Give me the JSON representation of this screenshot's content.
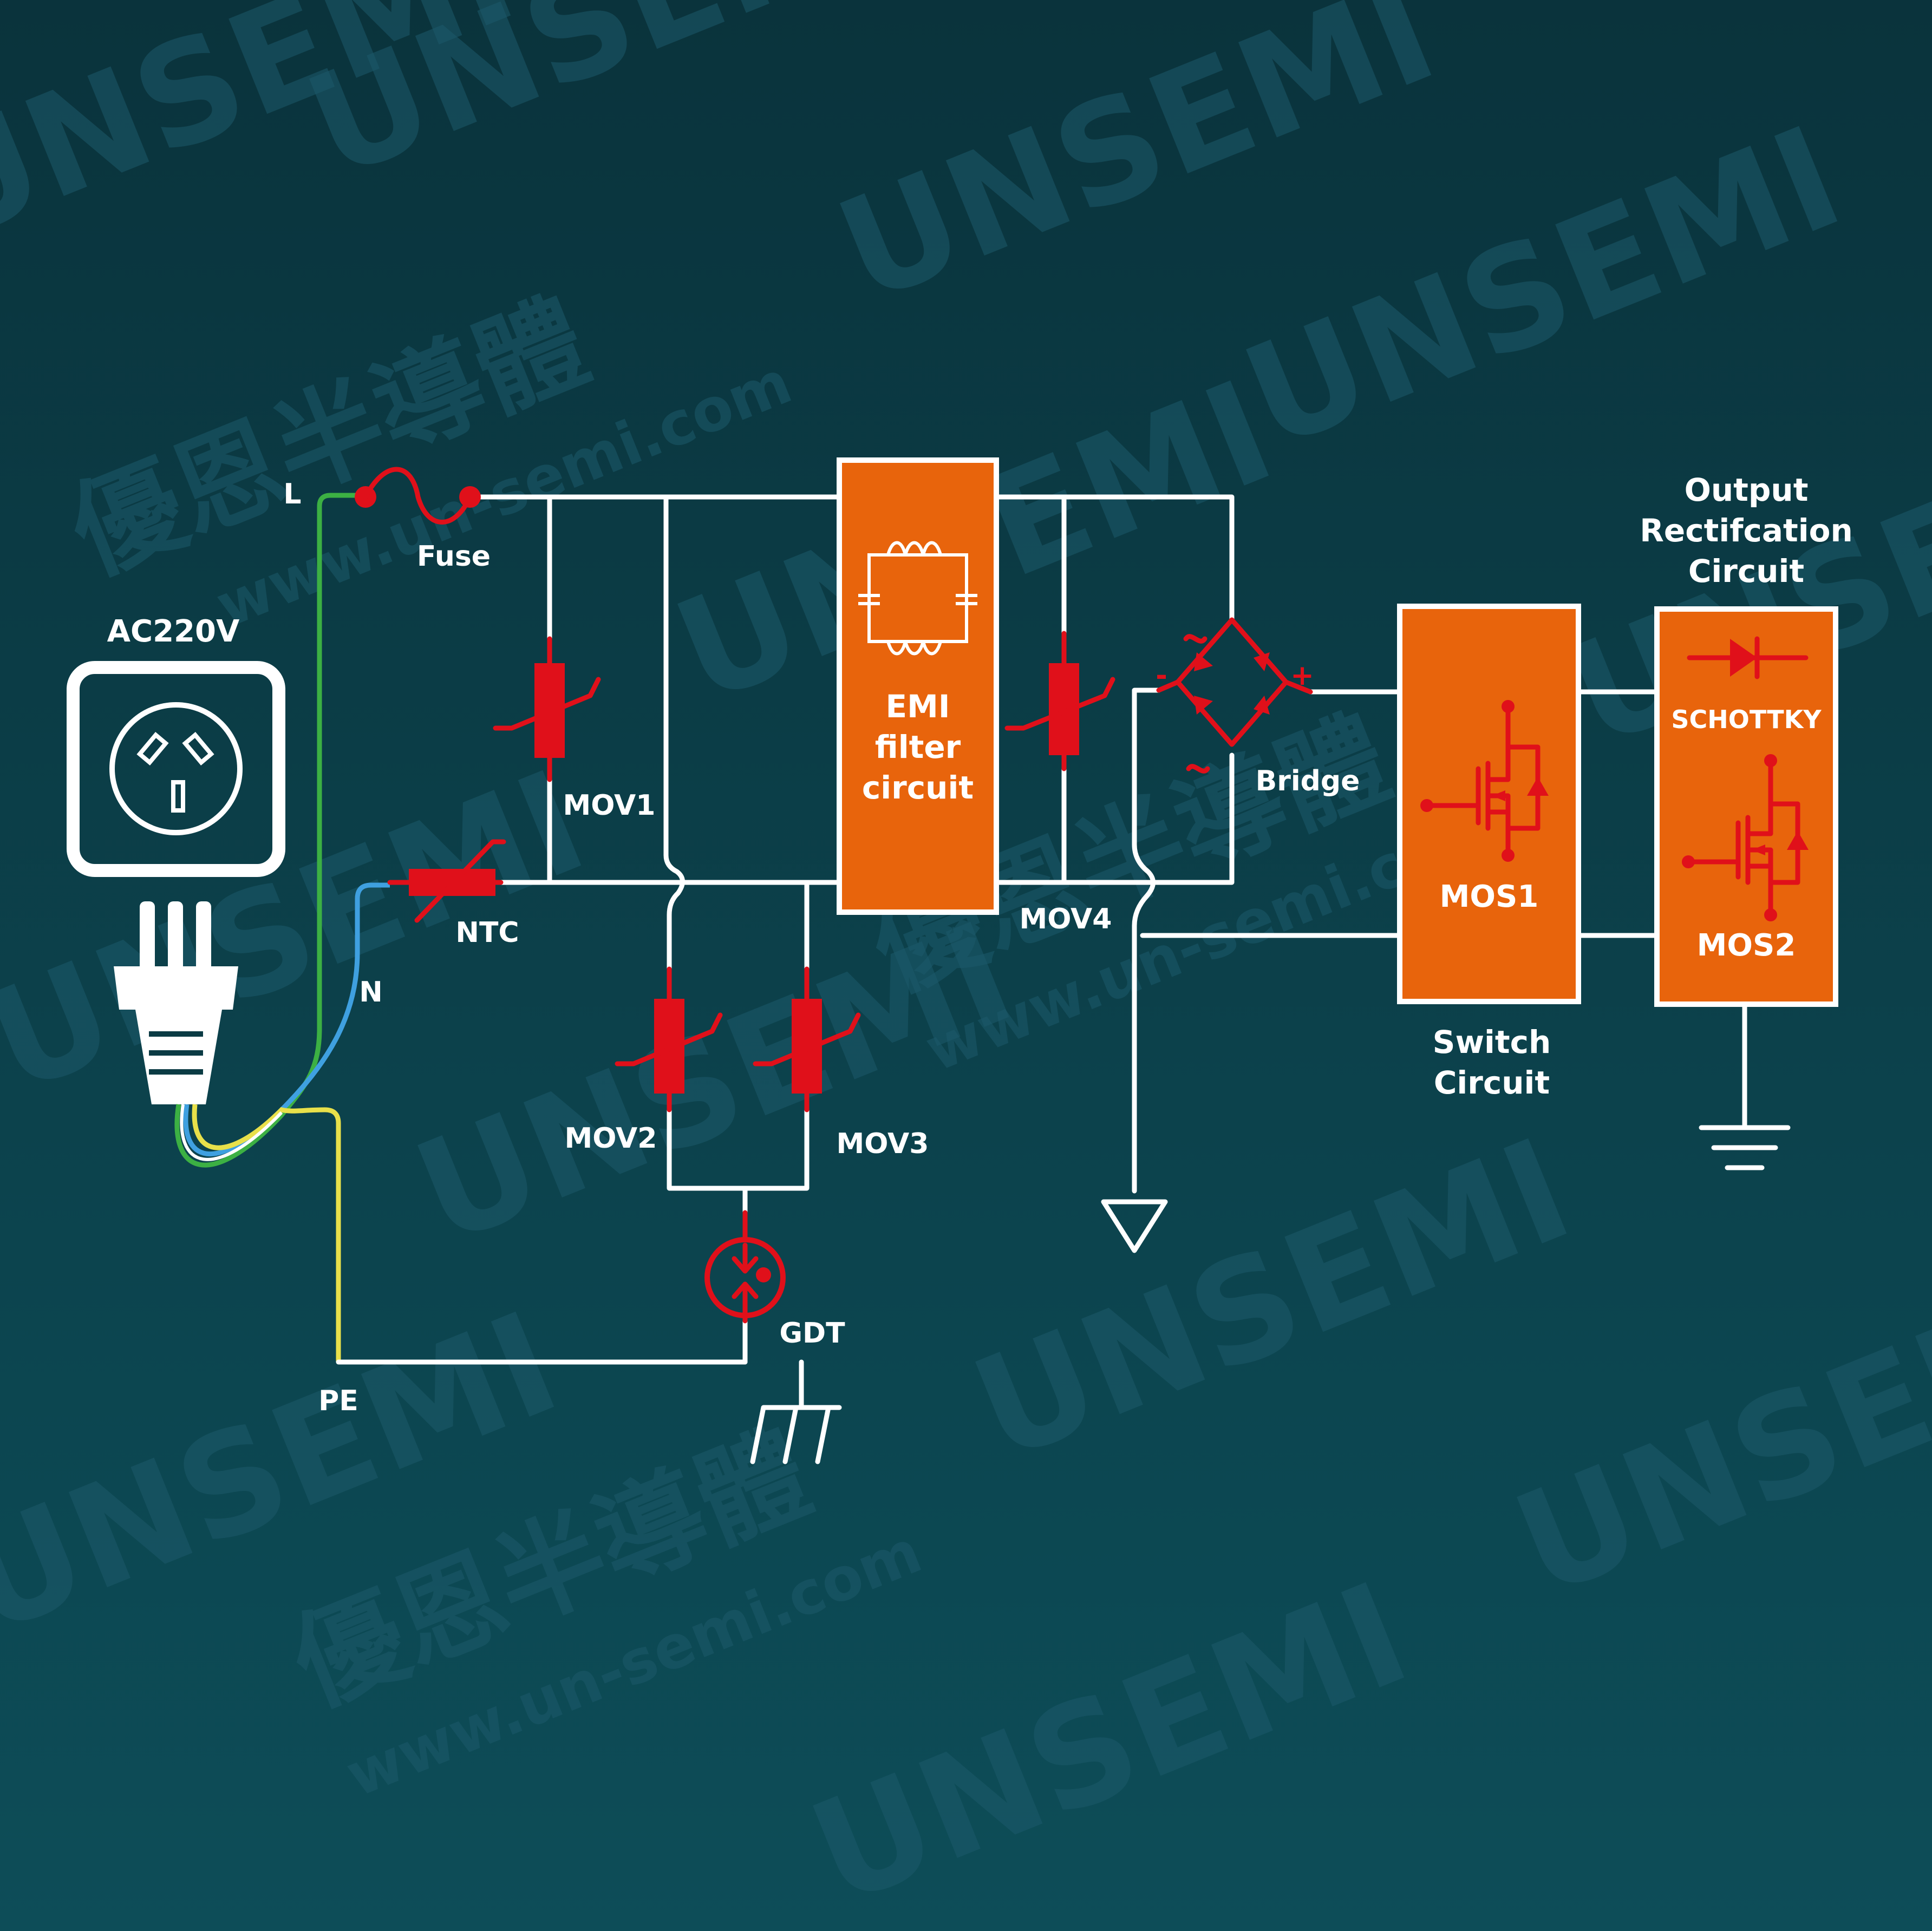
{
  "watermark": {
    "brand": "UNSEMI",
    "chinese": "優恩半導體",
    "url": "www.un-semi.com"
  },
  "source": {
    "label": "AC220V"
  },
  "lines": {
    "l": "L",
    "n": "N",
    "pe": "PE"
  },
  "components": {
    "fuse": "Fuse",
    "ntc": "NTC",
    "mov1": "MOV1",
    "mov2": "MOV2",
    "mov3": "MOV3",
    "mov4": "MOV4",
    "gdt": "GDT",
    "bridge": "Bridge",
    "bridge_minus": "-",
    "bridge_plus": "+"
  },
  "blocks": {
    "emi": {
      "line1": "EMI",
      "line2": "filter",
      "line3": "circuit"
    },
    "switch": {
      "part": "MOS1",
      "title1": "Switch",
      "title2": "Circuit"
    },
    "output": {
      "title1": "Output",
      "title2": "Rectifcation",
      "title3": "Circuit",
      "schottky": "SCHOTTKY",
      "part": "MOS2"
    }
  },
  "colors": {
    "background": "#0b3b44",
    "wire": "#ffffff",
    "component": "#e0101a",
    "block": "#e8640c",
    "wire_l": "#3cb043",
    "wire_n": "#3fa0e0",
    "wire_pe": "#e8e04a"
  }
}
